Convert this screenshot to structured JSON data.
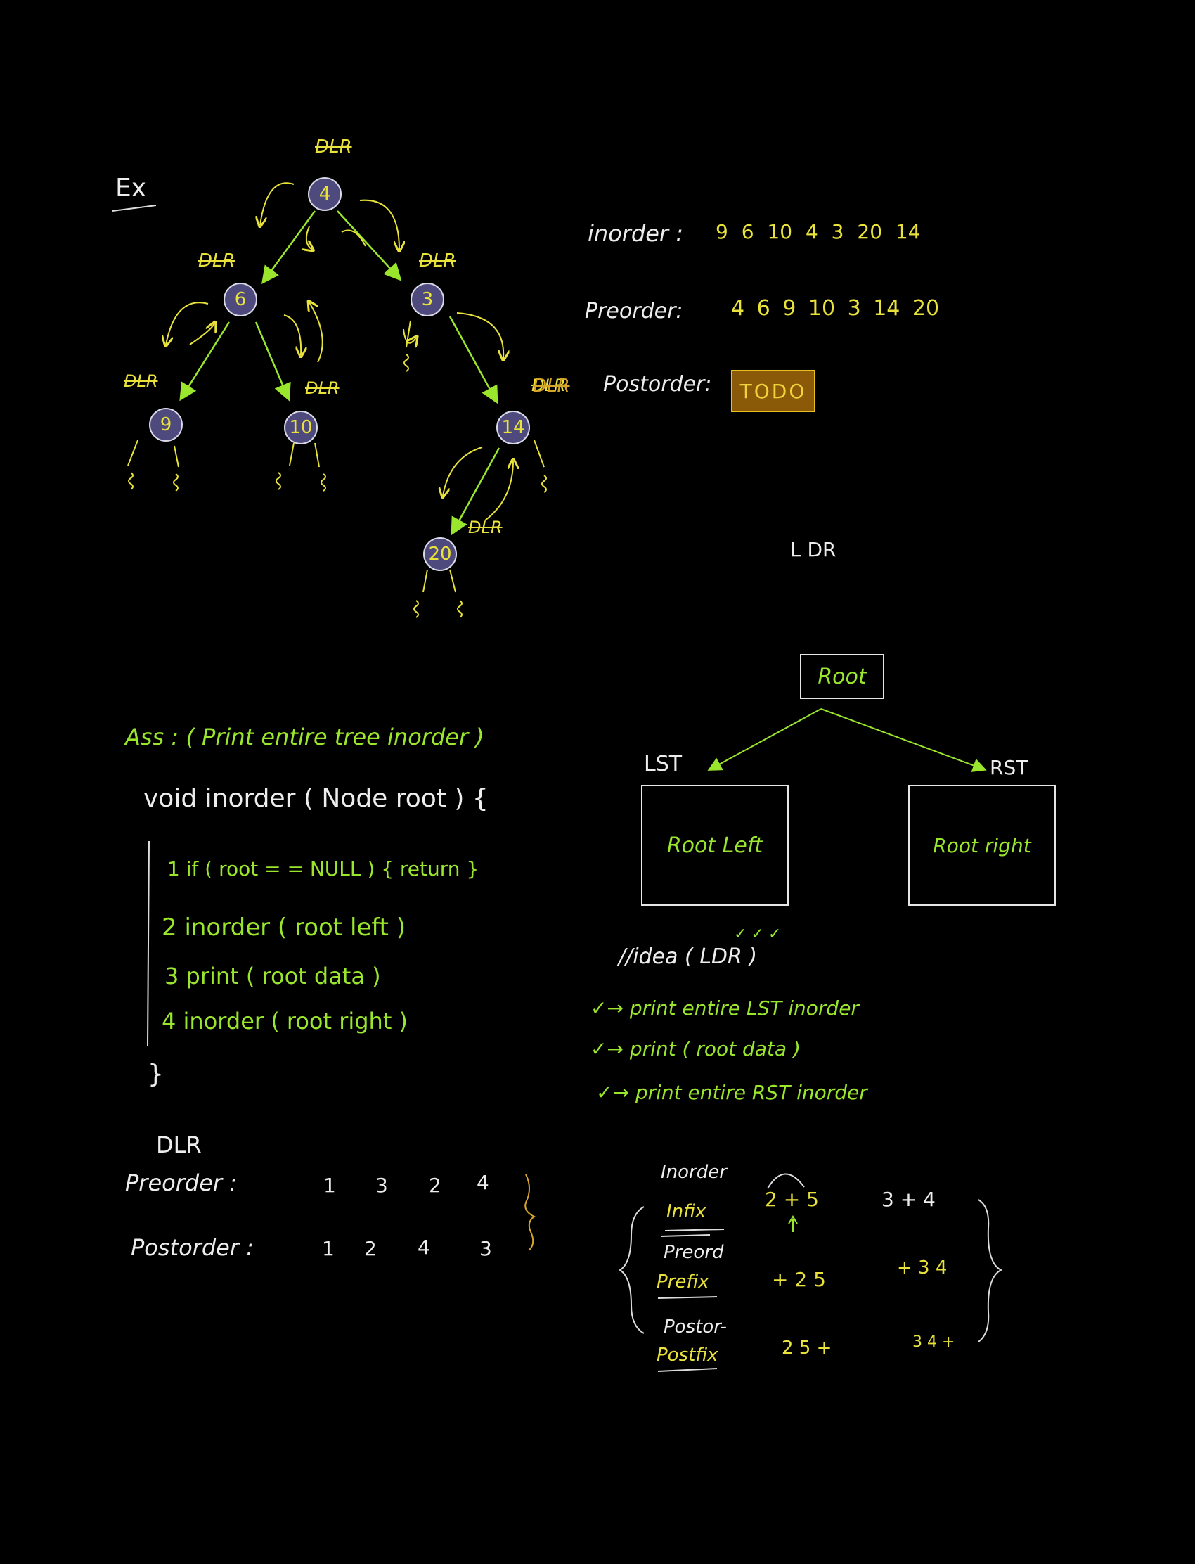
{
  "example_label": "Ex",
  "tree": {
    "nodes": [
      {
        "id": "n4",
        "label": "4"
      },
      {
        "id": "n6",
        "label": "6"
      },
      {
        "id": "n3",
        "label": "3"
      },
      {
        "id": "n9",
        "label": "9"
      },
      {
        "id": "n10",
        "label": "10"
      },
      {
        "id": "n14",
        "label": "14"
      },
      {
        "id": "n20",
        "label": "20"
      }
    ],
    "dlr_marks": [
      "DLR",
      "DLR",
      "DLR",
      "DLR",
      "DLR",
      "DLR",
      "DLR"
    ]
  },
  "traversals": {
    "inorder_label": "inorder :",
    "inorder_values": "9  6   10   4   3  20  14",
    "preorder_label": "Preorder:",
    "preorder_values": "4 6 9  10  3  14  20",
    "dlr_note": "DLR",
    "postorder_label": "Postorder:",
    "postorder_value": "TODO"
  },
  "ldr_label": "L DR",
  "diagram": {
    "root": "Root",
    "lst": "LST",
    "rst": "RST",
    "left_box": "Root Left",
    "right_box": "Root right"
  },
  "assignment": "Ass : ( Print entire  tree    inorder )",
  "code": {
    "signature": "void  inorder ( Node  root ) {",
    "line1": "1  if ( root   = = NULL ) {  return  }",
    "line2": "2 inorder ( root  left )",
    "line3": "3 print  ( root  data )",
    "line4": "4  inorder  ( root  right )",
    "close": "}"
  },
  "idea": {
    "title": "//idea  ( LDR )",
    "ticks": "✓✓✓",
    "steps": [
      "✓→ print  entire   LST   inorder",
      "✓→  print  ( root  data )",
      "✓→  print  entire   RST   inorder"
    ]
  },
  "example2": {
    "dlr": "DLR",
    "preorder_label": "Preorder  :",
    "preorder_values": [
      "1",
      "3",
      "2",
      "4"
    ],
    "postorder_label": "Postorder :",
    "postorder_values": [
      "1",
      "2",
      "4",
      "3"
    ]
  },
  "expressions": {
    "inorder_label": "Inorder",
    "prefix_label_1": "Infix",
    "infix_a": "2 + 5",
    "infix_b": "3 + 4",
    "preorder_label": "Preord",
    "prefix_label_2": "Prefix",
    "prefix_a": "+ 2 5",
    "prefix_b": "+ 3 4",
    "postorder_label": "Postor-",
    "postfix_label": "Postfix",
    "postfix_a": "2 5 +",
    "postfix_b": "3 4 +"
  },
  "colors": {
    "background": "#000000",
    "yellow": "#e8e23a",
    "green": "#9ae62c",
    "orange": "#d4a52a",
    "node_fill": "#4f4a7d"
  }
}
